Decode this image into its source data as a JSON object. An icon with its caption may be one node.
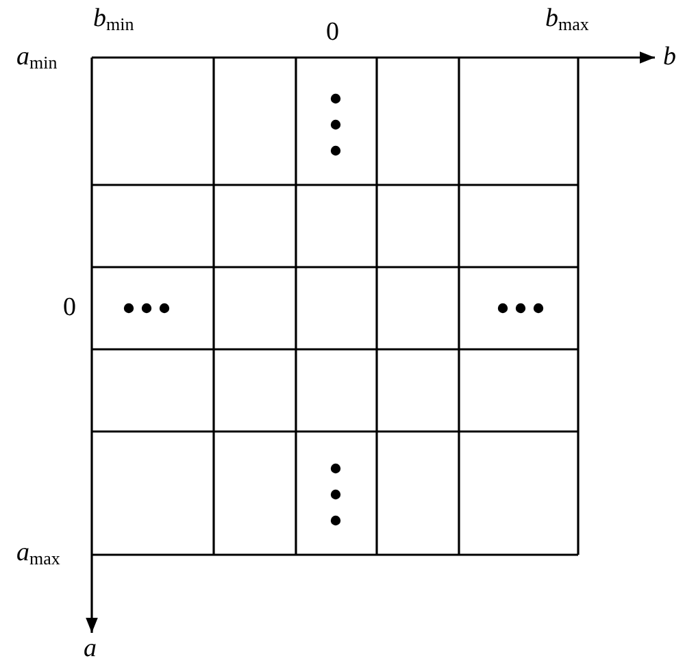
{
  "diagram": {
    "labels": [
      "*b*$_{min}$",
      "0",
      "*b*$_{max}$",
      "*a*$_{min}$",
      "*b*",
      "0",
      "*a*$_{max}$",
      "*a*"
    ]
  }
}
